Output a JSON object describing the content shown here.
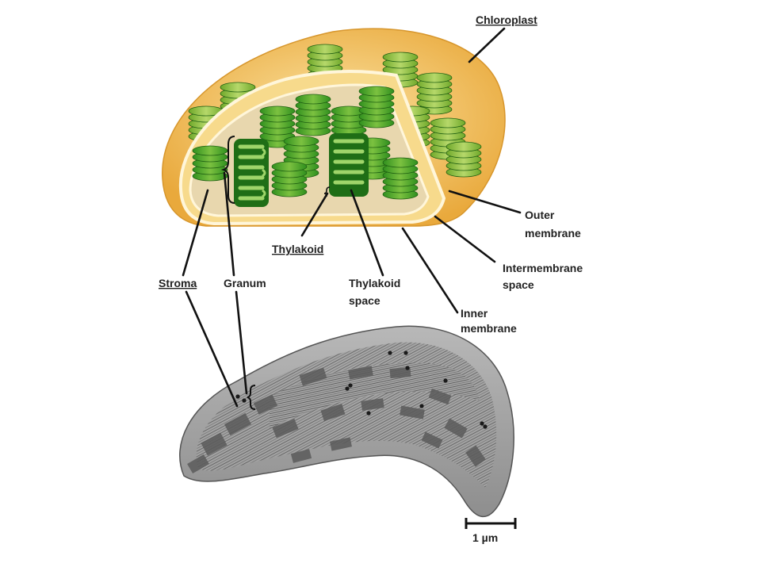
{
  "labels": {
    "chloroplast": "Chloroplast",
    "outer_membrane_1": "Outer",
    "outer_membrane_2": "membrane",
    "intermembrane_1": "Intermembrane",
    "intermembrane_2": "space",
    "inner_membrane_1": "Inner",
    "inner_membrane_2": "membrane",
    "thylakoid": "Thylakoid",
    "thylakoid_space_1": "Thylakoid",
    "thylakoid_space_2": "space",
    "stroma": "Stroma",
    "granum": "Granum",
    "scale_bar": "1 µm"
  },
  "colors": {
    "outer_envelope": "#F2C25A",
    "envelope_light": "#F9DE93",
    "stroma_fill": "#E8D7AE",
    "granum_dark": "#2E8A1E",
    "granum_light": "#7CC140",
    "em_gray": "#9C9C9C"
  }
}
